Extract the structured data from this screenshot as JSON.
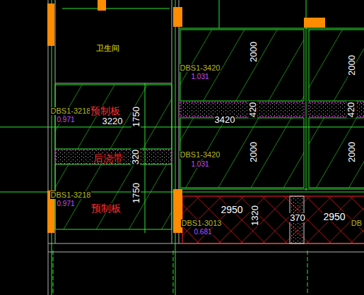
{
  "diagram": {
    "nodes": [
      {
        "text": [
          "卫生间"
        ]
      },
      {
        "text": [
          "DBS1-3218",
          "0.971",
          "预制板",
          "3220",
          "1750"
        ]
      },
      {
        "text": [
          "后浇带",
          "320"
        ]
      },
      {
        "text": [
          "DBS1-3218",
          "0.971",
          "预制板",
          "1750"
        ]
      },
      {
        "text": [
          "DBS1-3420",
          "1.031",
          "2000"
        ]
      },
      {
        "text": [
          "3420",
          "420"
        ]
      },
      {
        "text": [
          "DBS1-3420",
          "1.031",
          "2000"
        ]
      },
      {
        "text": [
          "2000"
        ]
      },
      {
        "text": [
          "420"
        ]
      },
      {
        "text": [
          "2000"
        ]
      },
      {
        "text": [
          "2950",
          "370",
          "2950",
          "DBS1-3013",
          "0.681",
          "1320",
          "DB"
        ]
      }
    ]
  }
}
